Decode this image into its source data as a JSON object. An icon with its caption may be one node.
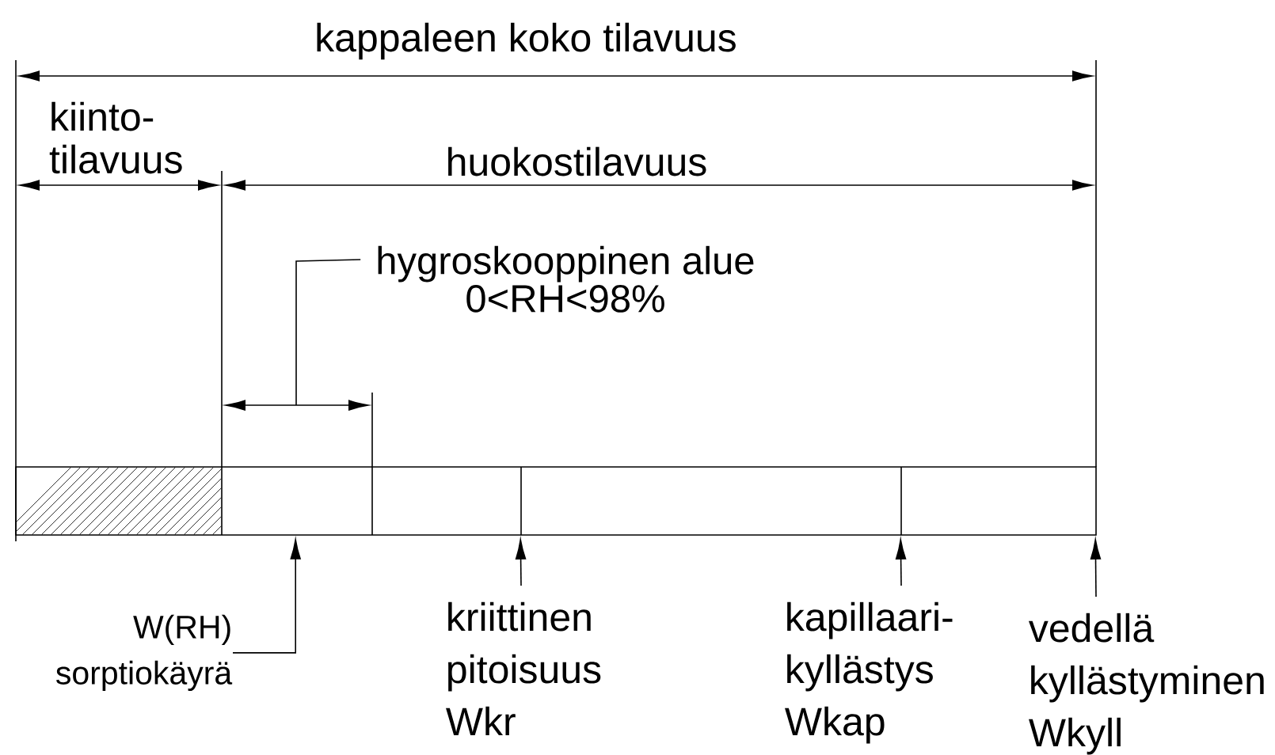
{
  "diagram": {
    "nodes": [
      {
        "text": [
          "W(RH)",
          "sorptiokäyrä"
        ]
      },
      {
        "text": [
          "kriittinen pitoisuus Wkr"
        ]
      },
      {
        "text": [
          "kapillaari- kyllästys Wkap"
        ]
      },
      {
        "text": [
          "vedellä kyllästyminen Wkyll"
        ]
      },
      {
        "text": [
          "hygroskooppinen alue 0<RH<98%"
        ]
      },
      {
        "text": [],
        "shape": "bar"
      }
    ],
    "edges": [
      {
        "from": 0,
        "to": 5,
        "arrow": "to"
      },
      {
        "from": 1,
        "to": 5,
        "arrow": "to"
      },
      {
        "from": 2,
        "to": 5,
        "arrow": "to"
      },
      {
        "from": 3,
        "to": 5,
        "arrow": "to"
      },
      {
        "from": 4,
        "to": null,
        "arrow": "none"
      }
    ],
    "labels": [
      "kappaleen koko tilavuus",
      "kiinto- tilavuus",
      "huokostilavuus"
    ]
  }
}
